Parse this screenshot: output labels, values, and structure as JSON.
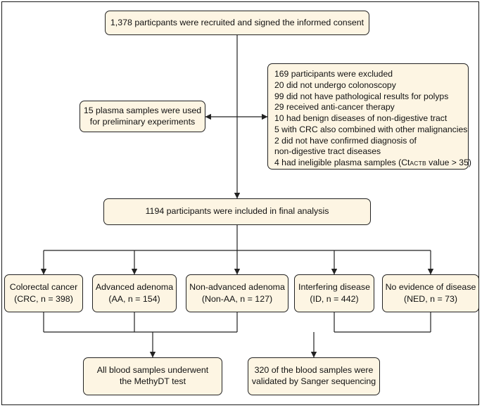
{
  "recruited": {
    "text": "1,378 particpants were recruited and signed the informed consent"
  },
  "preliminary": {
    "lines": [
      "15 plasma samples were used",
      "for preliminary experiments"
    ]
  },
  "excluded": {
    "lines": [
      "169 participants were excluded",
      "20 did not undergo colonoscopy",
      "99 did not have pathological results for polyps",
      "29 received anti-cancer therapy",
      "10 had benign diseases of non-digestive tract",
      "5 with CRC also combined with other malignancies",
      "2 did not have confirmed diagnosis of",
      "non-digestive tract diseases"
    ],
    "last_prefix": "4 had ineligible plasma samples (Ct",
    "last_sub": "ACTB",
    "last_suffix": " value > 35)"
  },
  "included": {
    "text": "1194 participants were included in final analysis"
  },
  "groups": [
    {
      "name": "Colorectal cancer",
      "detail": "(CRC, n = 398)"
    },
    {
      "name": "Advanced adenoma",
      "detail": "(AA, n = 154)"
    },
    {
      "name": "Non-advanced adenoma",
      "detail": "(Non-AA, n = 127)"
    },
    {
      "name": "Interfering disease",
      "detail": "(ID, n = 442)"
    },
    {
      "name": "No evidence of disease",
      "detail": "(NED, n = 73)"
    }
  ],
  "outcomes": [
    {
      "lines": [
        "All blood samples underwent",
        "the MethyDT test"
      ]
    },
    {
      "lines": [
        "320 of the blood samples were",
        "validated by Sanger sequencing"
      ]
    }
  ],
  "colors": {
    "box_fill": "#fdf5e3",
    "line": "#222222"
  }
}
